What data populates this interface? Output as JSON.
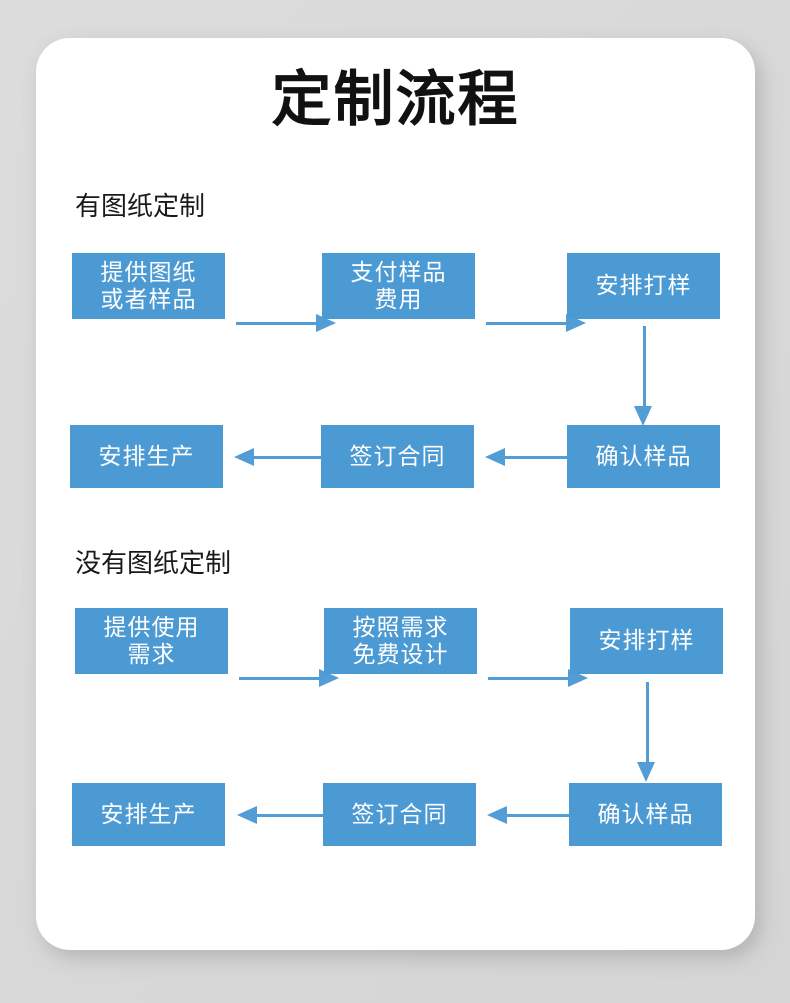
{
  "page": {
    "title": "定制流程",
    "background_color": "#d8d8d8",
    "card_color": "#ffffff",
    "accent_color": "#4c9ad4",
    "arrow_color": "#539dd6"
  },
  "sections": [
    {
      "label": "有图纸定制",
      "rows": [
        {
          "direction": "right",
          "nodes": [
            {
              "lines": [
                "提供图纸",
                "或者样品"
              ]
            },
            {
              "lines": [
                "支付样品",
                "费用"
              ]
            },
            {
              "lines": [
                "安排打样"
              ]
            }
          ]
        },
        {
          "direction": "left",
          "nodes": [
            {
              "lines": [
                "安排生产"
              ]
            },
            {
              "lines": [
                "签订合同"
              ]
            },
            {
              "lines": [
                "确认样品"
              ]
            }
          ]
        }
      ],
      "connector": "down-arrow"
    },
    {
      "label": "没有图纸定制",
      "rows": [
        {
          "direction": "right",
          "nodes": [
            {
              "lines": [
                "提供使用",
                "需求"
              ]
            },
            {
              "lines": [
                "按照需求",
                "免费设计"
              ]
            },
            {
              "lines": [
                "安排打样"
              ]
            }
          ]
        },
        {
          "direction": "left",
          "nodes": [
            {
              "lines": [
                "安排生产"
              ]
            },
            {
              "lines": [
                "签订合同"
              ]
            },
            {
              "lines": [
                "确认样品"
              ]
            }
          ]
        }
      ],
      "connector": "down-arrow"
    }
  ]
}
